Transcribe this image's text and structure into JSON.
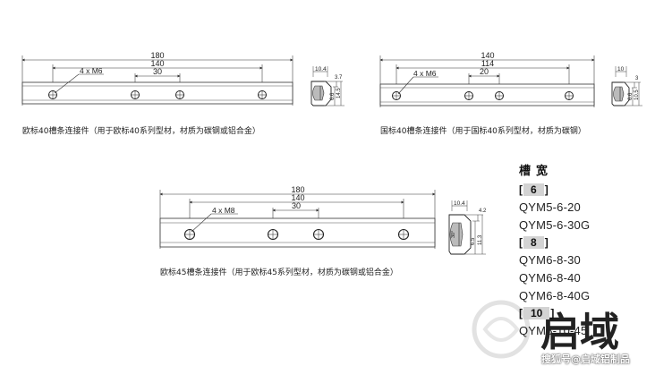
{
  "drawings": {
    "eu40": {
      "dims": {
        "overall": "180",
        "spacing": "140",
        "inner": "30",
        "holes": "4 x M6"
      },
      "profile": {
        "w": "10.4",
        "h1": "3.7",
        "h2": "6.6",
        "h3": "14.5"
      },
      "caption": "欧标40槽条连接件（用于欧标40系列型材，材质为碳钢或铝合金）"
    },
    "gb40": {
      "dims": {
        "overall": "140",
        "spacing": "114",
        "inner": "20",
        "holes": "4 x M6"
      },
      "profile": {
        "w": "10",
        "h1": "3",
        "h2": "6.6",
        "h3": "10.5"
      },
      "caption": "国标40槽条连接件（用于国标40系列型材，材质为碳钢）"
    },
    "eu45": {
      "dims": {
        "overall": "180",
        "spacing": "140",
        "inner": "30",
        "holes": "4 x M8"
      },
      "profile": {
        "w": "10.4",
        "h1": "4.2",
        "h2": "6.5",
        "h3": "11.3",
        "angle": "30°"
      },
      "caption": "欧标45槽条连接件（用于欧标45系列型材，材质为碳钢或铝合金）"
    }
  },
  "spec": {
    "title": "槽宽",
    "groups": [
      {
        "width": "6",
        "models": [
          "QYM5-6-20",
          "QYM5-6-30G"
        ]
      },
      {
        "width": "8",
        "models": [
          "QYM6-8-30",
          "QYM6-8-40",
          "QYM6-8-40G"
        ]
      },
      {
        "width": "10",
        "models": [
          "QYM8-10-45"
        ]
      }
    ]
  },
  "watermark": {
    "logo_text": "启域",
    "caption": "搜狐号@启域铝制品"
  }
}
